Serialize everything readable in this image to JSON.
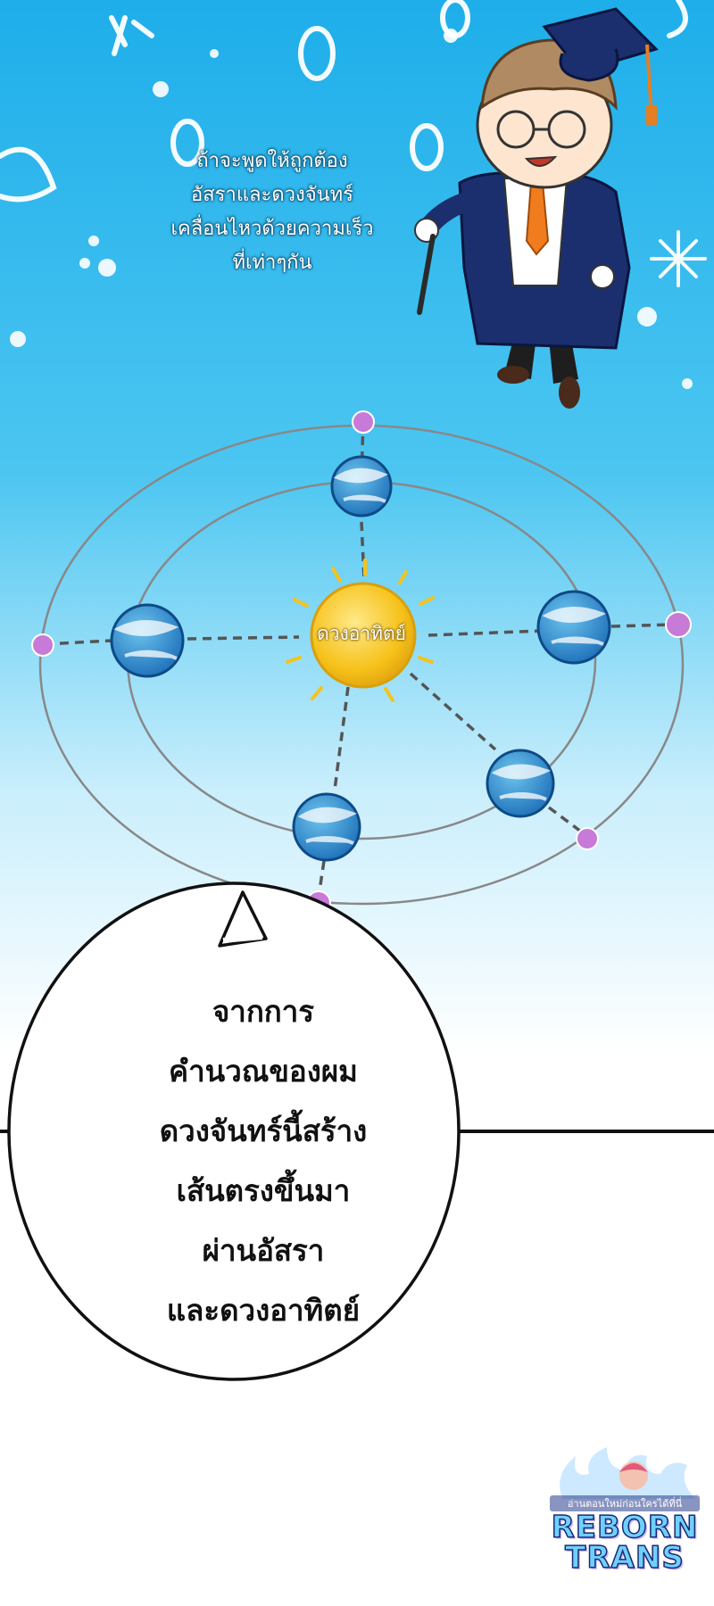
{
  "panel": {
    "caption_lines": [
      "ถ้าจะพูดให้ถูกต้อง",
      "อัสราและดวงจันทร์",
      "เคลื่อนไหวด้วยความเร็ว",
      "ที่เท่าๆกัน"
    ],
    "sun_label": "ดวงอาทิตย์",
    "speech_lines": [
      "จากการ",
      "คำนวณของผม",
      "ดวงจันทร์นี้สร้าง",
      "เส้นตรงขึ้นมา",
      "ผ่านอัสรา",
      "และดวงอาทิตย์"
    ]
  },
  "watermark": {
    "tagline": "อ่านตอนใหม่ก่อนใครได้ที่นี่",
    "line1": "REBORN",
    "line2": "TRANS"
  },
  "colors": {
    "sky_top": "#22b4ec",
    "sky_light": "#d8f4fd",
    "sun": "#f6c21a",
    "planet": "#2a86c9",
    "orbit_dot": "#c77ad8",
    "orbit_line": "#888888"
  },
  "icons": {
    "character": "professor-chibi",
    "sun": "sun-icon",
    "planet": "planet-icon"
  }
}
